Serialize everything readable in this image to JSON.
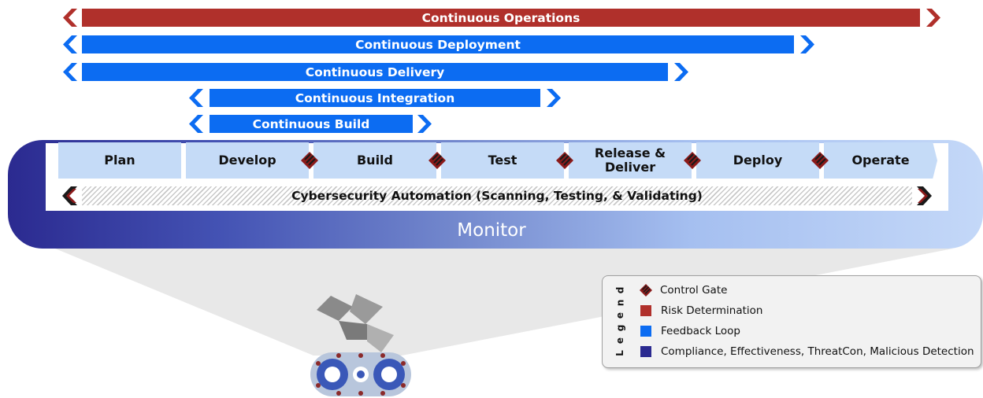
{
  "continuous_bars": [
    {
      "label": "Continuous Operations",
      "color": "#b0302b"
    },
    {
      "label": "Continuous Deployment",
      "color": "#0c6cf2"
    },
    {
      "label": "Continuous Delivery",
      "color": "#0c6cf2"
    },
    {
      "label": "Continuous Integration",
      "color": "#0c6cf2"
    },
    {
      "label": "Continuous Build",
      "color": "#0c6cf2"
    }
  ],
  "stages": [
    "Plan",
    "Develop",
    "Build",
    "Test",
    "Release & Deliver",
    "Deploy",
    "Operate"
  ],
  "stage_lines": {
    "release_line1": "Release &",
    "release_line2": "Deliver"
  },
  "cyber_bar": "Cybersecurity Automation (Scanning, Testing, & Validating)",
  "monitor": "Monitor",
  "legend": {
    "title": "Legend",
    "title_letters": [
      "L",
      "e",
      "g",
      "e",
      "n",
      "d"
    ],
    "items": [
      {
        "label": "Control Gate",
        "icon": "control-gate-icon"
      },
      {
        "label": "Risk Determination",
        "color": "#b0302b"
      },
      {
        "label": "Feedback Loop",
        "color": "#0c6cf2"
      },
      {
        "label": "Compliance, Effectiveness, ThreatCon, Malicious Detection",
        "color": "#2b2a90"
      }
    ]
  },
  "colors": {
    "risk": "#b0302b",
    "feedback": "#0c6cf2",
    "compliance": "#2b2a90",
    "stage_fill": "#c5dbf7"
  }
}
